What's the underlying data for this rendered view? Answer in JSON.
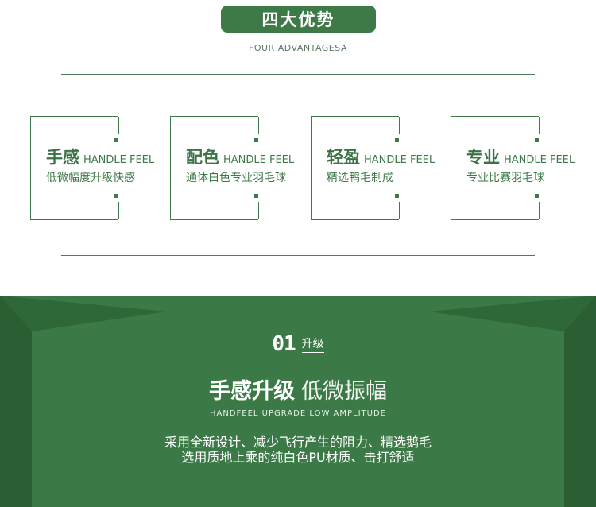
{
  "header": {
    "title": "四大优势",
    "subtitle": "FOUR ADVANTAGESA"
  },
  "cards": [
    {
      "title": "手感",
      "en": "HANDLE FEEL",
      "desc": "低微幅度升级快感"
    },
    {
      "title": "配色",
      "en": "HANDLE FEEL",
      "desc": "通体白色专业羽毛球"
    },
    {
      "title": "轻盈",
      "en": "HANDLE FEEL",
      "desc": "精选鸭毛制成"
    },
    {
      "title": "专业",
      "en": "HANDLE FEEL",
      "desc": "专业比赛羽毛球"
    }
  ],
  "section": {
    "number": "01",
    "number_label": "升级",
    "heading_bold": "手感升级",
    "heading_light": "低微振幅",
    "heading_en": "HANDFEEL UPGRADE LOW AMPLITUDE",
    "desc_line1": "采用全新设计、减少飞行产生的阻力、精选鹅毛",
    "desc_line2": "选用质地上乘的纯白色PU材质、击打舒适"
  },
  "colors": {
    "accent": "#3e7a48",
    "banner_dark": "#24532c",
    "banner_main": "#3b7a46"
  }
}
